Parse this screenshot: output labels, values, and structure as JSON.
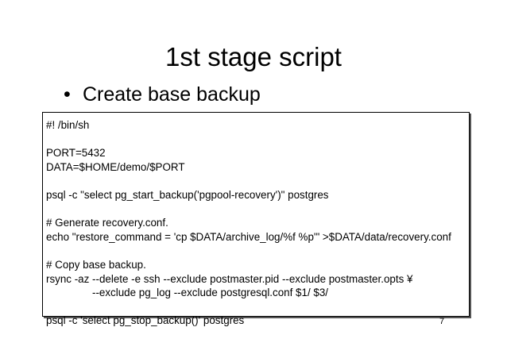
{
  "slide": {
    "title": "1st stage script",
    "bullet_symbol": "•",
    "bullet_text": "Create base backup",
    "page_number": "7"
  },
  "code_lines": [
    "#! /bin/sh",
    "",
    "PORT=5432",
    "DATA=$HOME/demo/$PORT",
    "",
    "psql -c \"select pg_start_backup('pgpool-recovery')\" postgres",
    "",
    "# Generate recovery.conf.",
    "echo \"restore_command = 'cp $DATA/archive_log/%f %p'\" >$DATA/data/recovery.conf",
    "",
    "# Copy base backup.",
    "rsync -az --delete -e ssh --exclude postmaster.pid --exclude postmaster.opts ¥",
    "--exclude pg_log --exclude postgresql.conf $1/ $3/",
    "",
    "psql -c 'select pg_stop_backup()' postgres"
  ]
}
